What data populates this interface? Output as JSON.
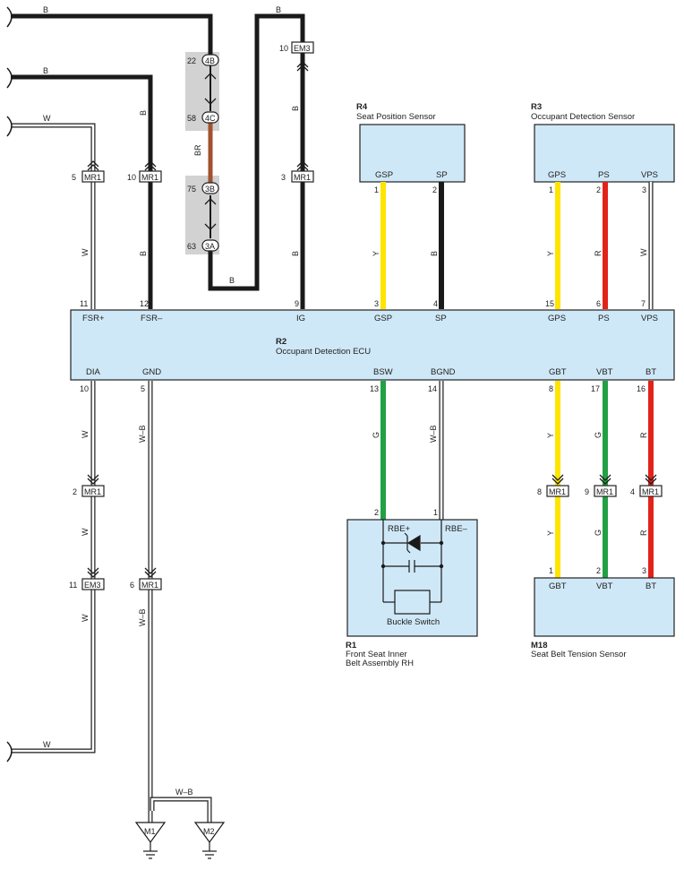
{
  "colors": {
    "black": "#1a1a1a",
    "yellow": "#ffe400",
    "red": "#e2231a",
    "green": "#22a045",
    "brown": "#a0522d",
    "box_fill": "#cfe8f7",
    "gray_highlight": "#d2d2d2"
  },
  "ecu": {
    "code": "R2",
    "name": "Occupant Detection ECU"
  },
  "ecu_top_terminals": {
    "fsr_plus": "FSR+",
    "fsr_minus": "FSR–",
    "ig": "IG",
    "gsp": "GSP",
    "sp": "SP",
    "gps": "GPS",
    "ps": "PS",
    "vps": "VPS",
    "pin_fsr_plus": "11",
    "pin_fsr_minus": "12",
    "pin_ig": "9",
    "pin_gsp": "3",
    "pin_sp": "4",
    "pin_gps": "15",
    "pin_ps": "6",
    "pin_vps": "7"
  },
  "ecu_bottom_terminals": {
    "dia": "DIA",
    "gnd": "GND",
    "bsw": "BSW",
    "bgnd": "BGND",
    "gbt": "GBT",
    "vbt": "VBT",
    "bt": "BT",
    "pin_dia": "10",
    "pin_gnd": "5",
    "pin_bsw": "13",
    "pin_bgnd": "14",
    "pin_gbt": "8",
    "pin_vbt": "17",
    "pin_bt": "16"
  },
  "r4": {
    "code": "R4",
    "name": "Seat Position Sensor",
    "t1": "GSP",
    "t2": "SP",
    "p1": "1",
    "p2": "2"
  },
  "r3": {
    "code": "R3",
    "name": "Occupant Detection Sensor",
    "t1": "GPS",
    "t2": "PS",
    "t3": "VPS",
    "p1": "1",
    "p2": "2",
    "p3": "3"
  },
  "r1": {
    "code": "R1",
    "name_line1": "Front Seat Inner",
    "name_line2": "Belt Assembly RH",
    "t1": "RBE+",
    "t2": "RBE–",
    "switch_label": "Buckle Switch",
    "p1": "2",
    "p2": "1"
  },
  "m18": {
    "code": "M18",
    "name": "Seat Belt Tension Sensor",
    "t1": "GBT",
    "t2": "VBT",
    "t3": "BT",
    "p1": "1",
    "p2": "2",
    "p3": "3"
  },
  "wire_colors": {
    "b": "B",
    "w": "W",
    "br": "BR",
    "y": "Y",
    "r": "R",
    "g": "G",
    "wb": "W–B"
  },
  "connectors": {
    "mr1": "MR1",
    "em3": "EM3",
    "j4b": "4B",
    "j4c": "4C",
    "j3b": "3B",
    "j3a": "3A",
    "p22": "22",
    "p58": "58",
    "p75": "75",
    "p63": "63",
    "p10": "10",
    "p5": "5",
    "p3": "3",
    "p2": "2",
    "p11": "11",
    "p6": "6",
    "p8": "8",
    "p9": "9",
    "p4": "4"
  },
  "grounds": {
    "m1": "M1",
    "m2": "M2"
  }
}
